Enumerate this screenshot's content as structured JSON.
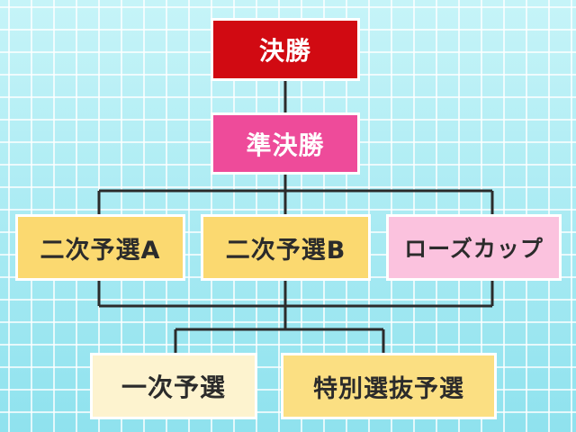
{
  "nodes": {
    "final": {
      "label": "決勝",
      "bg": "#d10a12",
      "color": "#ffffff"
    },
    "semifinal": {
      "label": "準決勝",
      "bg": "#ee4b9a",
      "color": "#ffffff"
    },
    "second_a": {
      "label": "二次予選A",
      "bg": "#fbd970",
      "color": "#2b2b2b"
    },
    "second_b": {
      "label": "二次予選B",
      "bg": "#fbd970",
      "color": "#2b2b2b"
    },
    "rose_cup": {
      "label": "ローズカップ",
      "bg": "#fbc2de",
      "color": "#2b2b2b"
    },
    "first": {
      "label": "一次予選",
      "bg": "#fdf3cf",
      "color": "#2b2b2b"
    },
    "special": {
      "label": "特別選抜予選",
      "bg": "#fbdf82",
      "color": "#2b2b2b"
    }
  },
  "colors": {
    "background": "#a8ebf3",
    "grid_line": "#ffffff",
    "connector": "#2b2b2b"
  }
}
